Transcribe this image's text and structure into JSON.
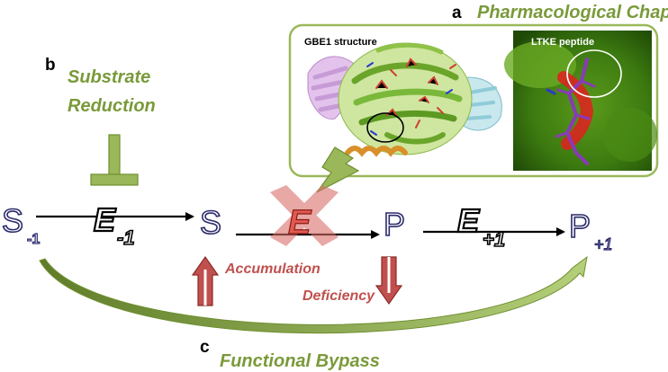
{
  "panel_a": {
    "letter": "a",
    "title": "Pharmacological Chaperone",
    "structure_label": "GBE1 structure",
    "peptide_label": "LTKE peptide"
  },
  "panel_b": {
    "letter": "b",
    "title_line1": "Substrate",
    "title_line2": "Reduction"
  },
  "panel_c": {
    "letter": "c",
    "title": "Functional Bypass"
  },
  "pathway": {
    "s_minus": {
      "main": "S",
      "sub": "-1"
    },
    "e_minus": {
      "main": "E",
      "sub": "-1"
    },
    "s": {
      "main": "S"
    },
    "e": {
      "main": "E"
    },
    "p": {
      "main": "P"
    },
    "e_plus": {
      "main": "E",
      "sub": "+1"
    },
    "p_plus": {
      "main": "P",
      "sub": "+1"
    }
  },
  "annotations": {
    "accumulation": "Accumulation",
    "deficiency": "Deficiency"
  },
  "colors": {
    "green": "#7a9a3a",
    "green_light": "#a8c36a",
    "red": "#c0504d",
    "red_light": "#e8a3a0",
    "node_stroke": "#2b2b6b"
  },
  "icons": {
    "inhibit": "t-bar-inhibition-icon",
    "block": "x-cross-icon",
    "chaperone_arrow": "lightning-bolt-icon",
    "up": "double-up-arrow-icon",
    "down": "double-down-arrow-icon"
  }
}
